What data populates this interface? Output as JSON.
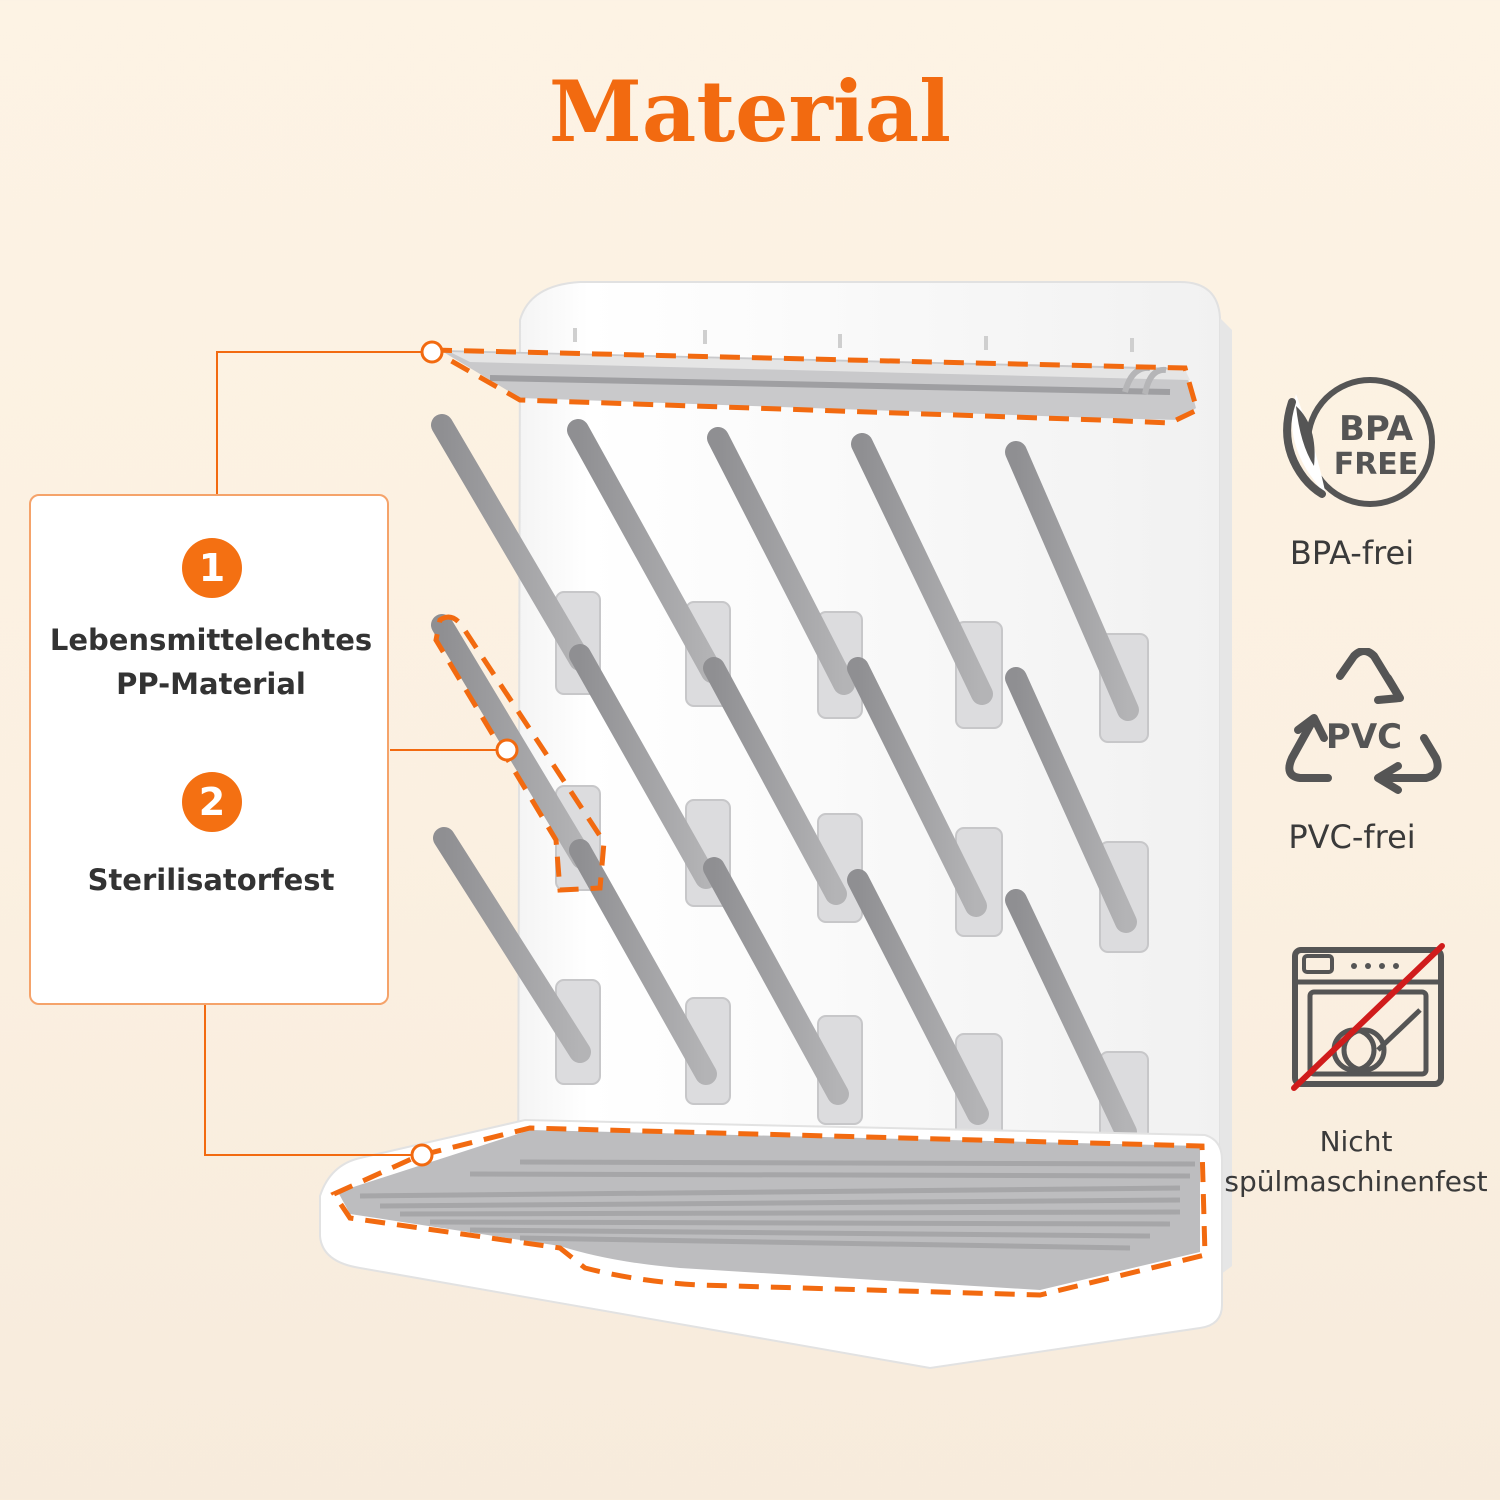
{
  "title": "Material",
  "features": [
    {
      "number": "1",
      "label": "Lebensmittelechtes\nPP-Material"
    },
    {
      "number": "2",
      "label": "Sterilisatorfest"
    }
  ],
  "badges": [
    {
      "icon": "bpa-free-leaf-icon",
      "icon_text_top": "BPA",
      "icon_text_bottom": "FREE",
      "label": "BPA-frei"
    },
    {
      "icon": "recycle-pvc-icon",
      "icon_text": "PVC",
      "label": "PVC-frei"
    },
    {
      "icon": "no-dishwasher-icon",
      "label": "Nicht\nspülmaschinenfest"
    }
  ],
  "colors": {
    "accent": "#f26a10",
    "rack_white": "#ffffff",
    "peg_gray": "#a9a9ab",
    "background": "#fdf3e4"
  }
}
